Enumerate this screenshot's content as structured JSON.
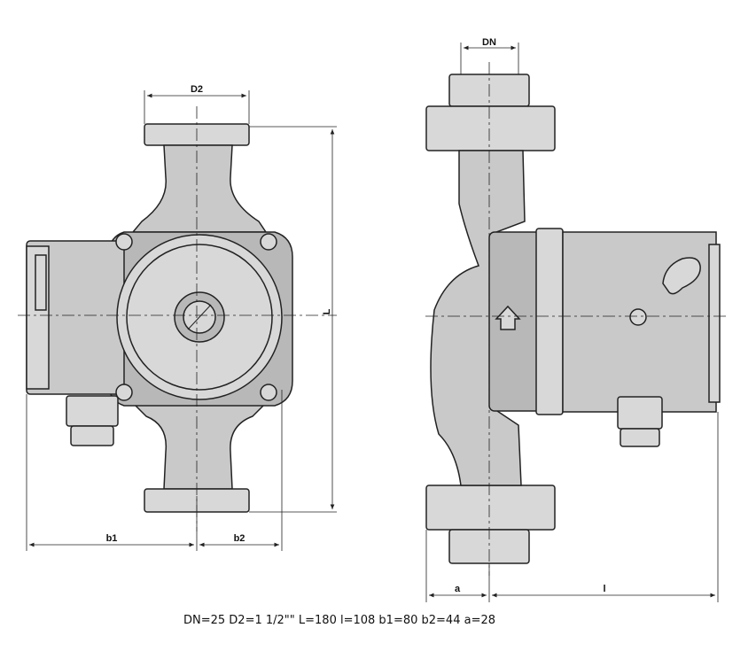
{
  "dimensions": {
    "left_view": {
      "top_label": "D2",
      "height_label": "L",
      "left_width_label": "b1",
      "right_width_label": "b2"
    },
    "right_view": {
      "top_label": "DN",
      "bottom_left_label": "a",
      "bottom_right_label": "l"
    }
  },
  "caption": "DN=25 D2=1 1/2\"\" L=180 l=108 b1=80 b2=44 a=28"
}
